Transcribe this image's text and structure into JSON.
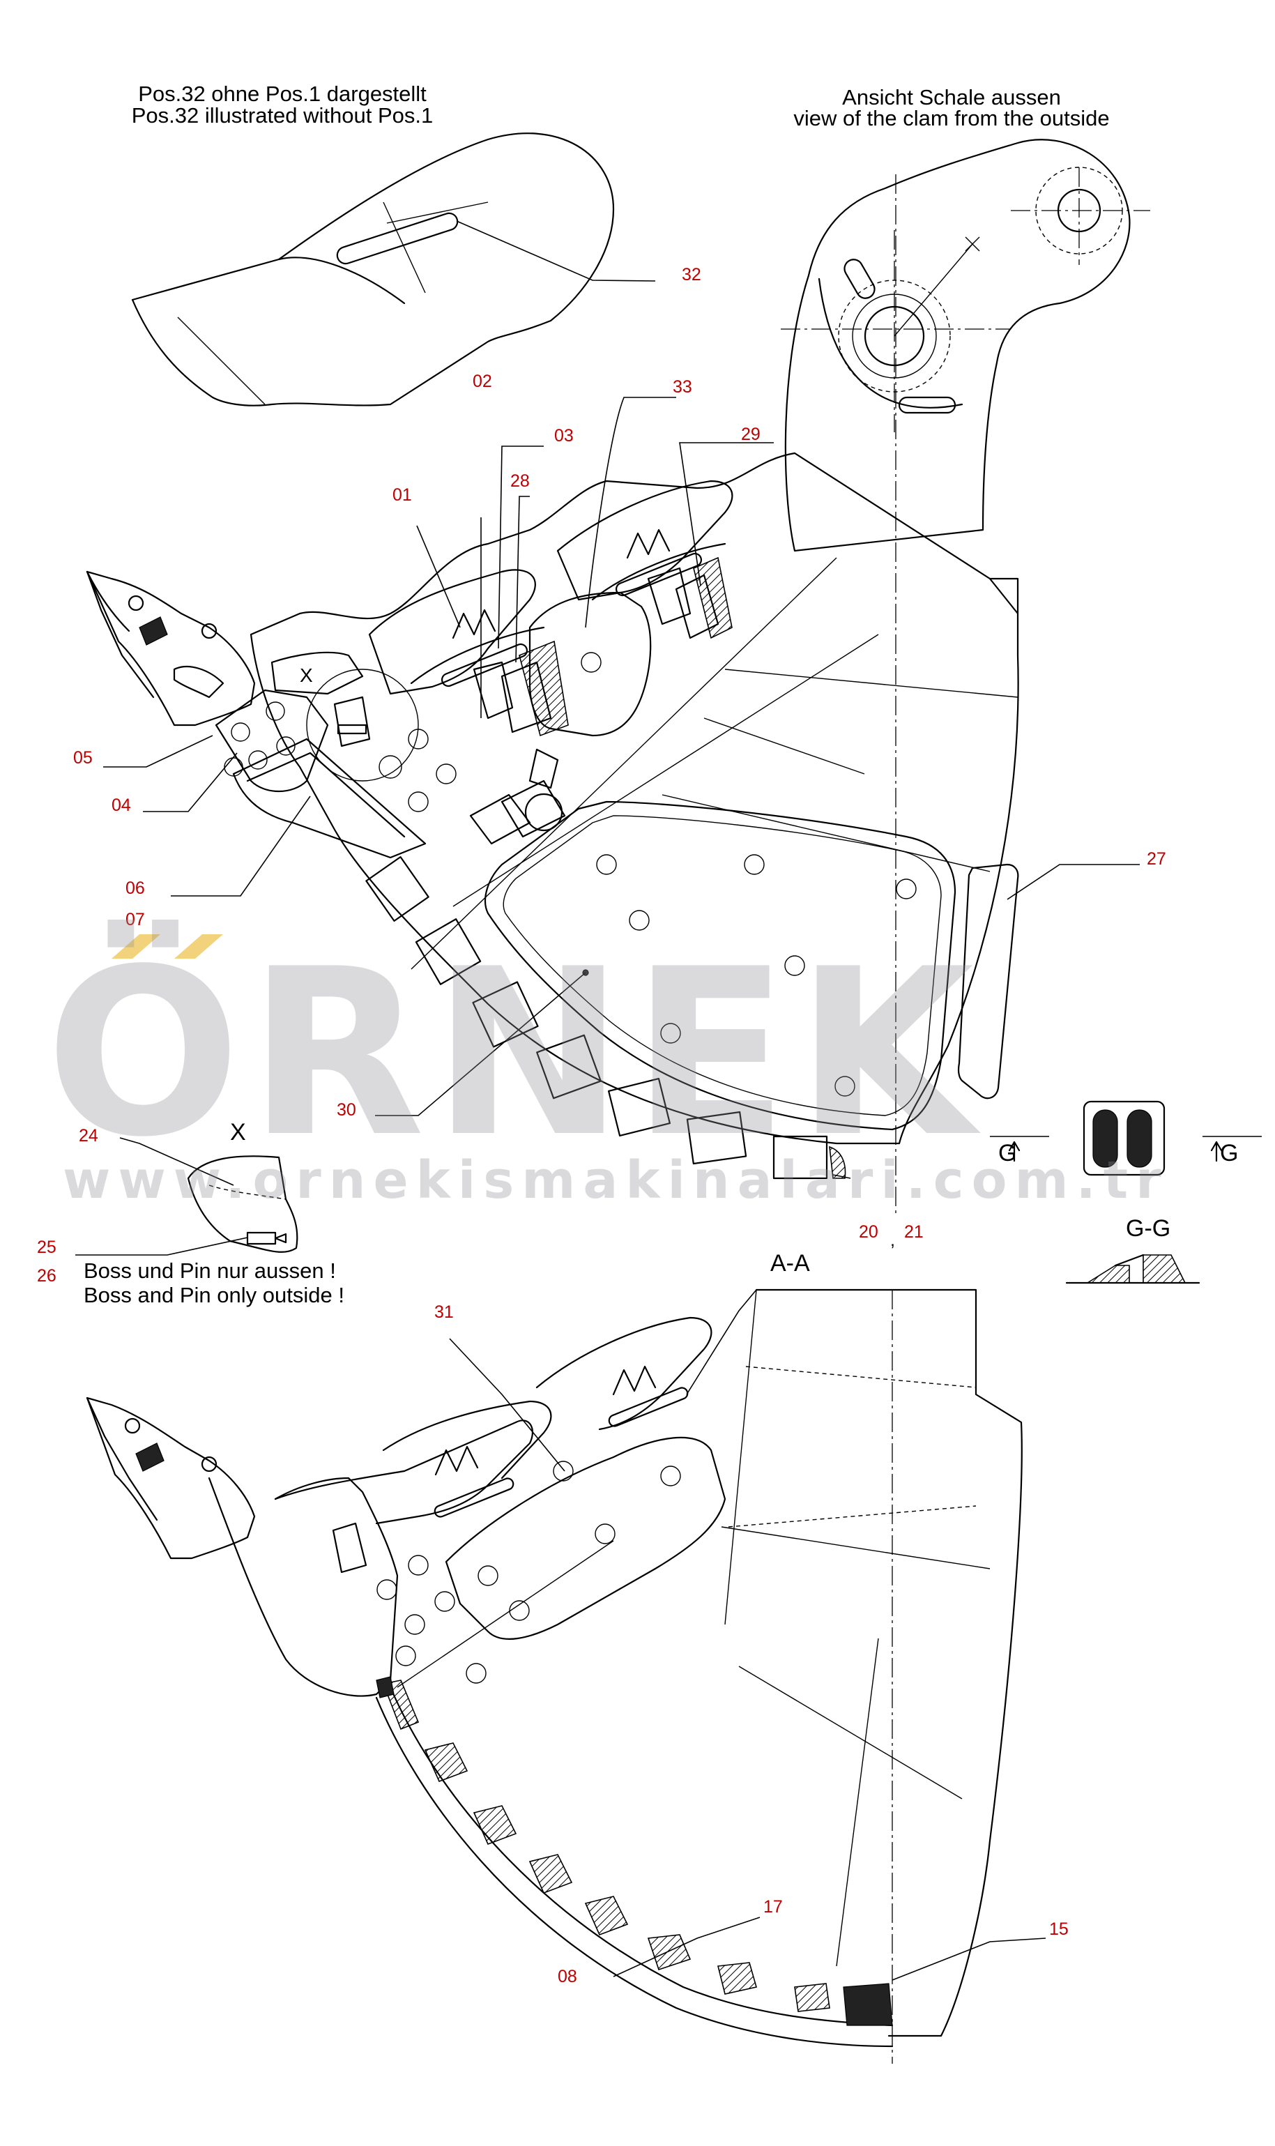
{
  "notes": {
    "pos32_de": "Pos.32 ohne Pos.1 dargestellt",
    "pos32_en": "Pos.32 illustrated without Pos.1",
    "outside_de": "Ansicht Schale aussen",
    "outside_en": "view of the clam from the outside",
    "boss_de": "Boss und Pin nur aussen !",
    "boss_en": "Boss and Pin only outside !"
  },
  "views": {
    "detail_x_top": "X",
    "detail_x": "X",
    "section_aa": "A-A",
    "section_gg": "G-G",
    "g_left": "G",
    "g_right": "G"
  },
  "positions": {
    "p32": "32",
    "p02": "02",
    "p33": "33",
    "p03": "03",
    "p29": "29",
    "p01": "01",
    "p28": "28",
    "p05": "05",
    "p04": "04",
    "p06": "06",
    "p07": "07",
    "p27": "27",
    "p30": "30",
    "p24": "24",
    "p25": "25",
    "p26": "26",
    "p20": "20",
    "p20_sep": ",",
    "p21": "21",
    "p31": "31",
    "p17": "17",
    "p15": "15",
    "p08": "08"
  },
  "watermark": {
    "brand": "ÖRNEK",
    "url": "www.ornekismakinalari.com.tr",
    "accent_color": "#f2d27a",
    "text_color": "#8f8f95"
  },
  "colors": {
    "line": "#000000",
    "position_label": "#c00000",
    "background": "#ffffff"
  }
}
